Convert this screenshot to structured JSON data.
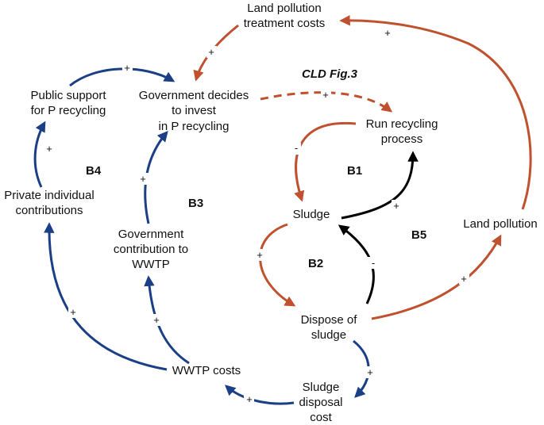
{
  "title": "CLD Fig.3",
  "colors": {
    "red": "#c0512f",
    "blue": "#1a3f86",
    "black": "#000000"
  },
  "nodes": {
    "land_pollution_costs": [
      "Land pollution",
      "treatment costs"
    ],
    "gov_invest": [
      "Government decides",
      "to invest",
      "in P recycling"
    ],
    "public_support": [
      "Public support",
      "for P recycling"
    ],
    "private_contrib": [
      "Private individual",
      "contributions"
    ],
    "gov_contrib": [
      "Government",
      "contribution to",
      "WWTP"
    ],
    "wwtp_costs": [
      "WWTP costs"
    ],
    "sludge_cost": [
      "Sludge",
      "disposal",
      "cost"
    ],
    "dispose": [
      "Dispose of",
      "sludge"
    ],
    "sludge": [
      "Sludge"
    ],
    "run_recycling": [
      "Run recycling",
      "process"
    ],
    "land_pollution": [
      "Land pollution"
    ]
  },
  "loops": [
    "B1",
    "B2",
    "B3",
    "B4",
    "B5"
  ],
  "edges": [
    {
      "id": "costs-to-gov",
      "from": "Land pollution treatment costs",
      "to": "Government decides to invest in P recycling",
      "sign": "+",
      "color": "red"
    },
    {
      "id": "gov-to-run",
      "from": "Government decides to invest in P recycling",
      "to": "Run recycling process",
      "sign": "+",
      "color": "red",
      "style": "dashed"
    },
    {
      "id": "run-to-sludge",
      "from": "Run recycling process",
      "to": "Sludge",
      "sign": "-",
      "color": "red"
    },
    {
      "id": "sludge-to-run",
      "from": "Sludge",
      "to": "Run recycling process",
      "sign": "+",
      "color": "black"
    },
    {
      "id": "sludge-to-dispose",
      "from": "Sludge",
      "to": "Dispose of sludge",
      "sign": "+",
      "color": "red"
    },
    {
      "id": "dispose-to-sludge",
      "from": "Dispose of sludge",
      "to": "Sludge",
      "sign": "-",
      "color": "black"
    },
    {
      "id": "dispose-to-land",
      "from": "Dispose of sludge",
      "to": "Land pollution",
      "sign": "+",
      "color": "red"
    },
    {
      "id": "land-to-costs",
      "from": "Land pollution",
      "to": "Land pollution treatment costs",
      "sign": "+",
      "color": "red"
    },
    {
      "id": "dispose-to-sdc",
      "from": "Dispose of sludge",
      "to": "Sludge disposal cost",
      "sign": "+",
      "color": "blue"
    },
    {
      "id": "sdc-to-wwtp",
      "from": "Sludge disposal cost",
      "to": "WWTP costs",
      "sign": "+",
      "color": "blue"
    },
    {
      "id": "wwtp-to-govcontrib",
      "from": "WWTP costs",
      "to": "Government contribution to WWTP",
      "sign": "+",
      "color": "blue"
    },
    {
      "id": "govcontrib-to-gov",
      "from": "Government contribution to WWTP",
      "to": "Government decides to invest in P recycling",
      "sign": "+",
      "color": "blue"
    },
    {
      "id": "wwtp-to-private",
      "from": "WWTP costs",
      "to": "Private individual contributions",
      "sign": "+",
      "color": "blue"
    },
    {
      "id": "private-to-public",
      "from": "Private individual contributions",
      "to": "Public support for P recycling",
      "sign": "+",
      "color": "blue"
    },
    {
      "id": "public-to-gov",
      "from": "Public support for P recycling",
      "to": "Government decides to invest in P recycling",
      "sign": "+",
      "color": "blue"
    }
  ]
}
